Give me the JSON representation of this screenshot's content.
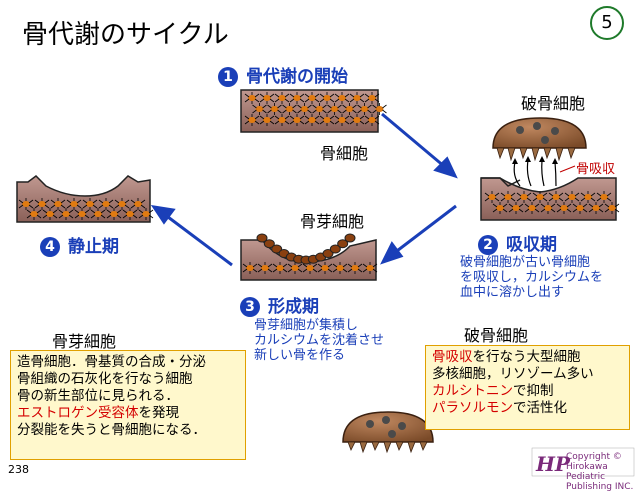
{
  "title": "骨代謝のサイクル",
  "slide_number": "5",
  "page_number": "238",
  "steps": [
    {
      "num": "1",
      "label": "骨代謝の開始"
    },
    {
      "num": "2",
      "label": "吸収期"
    },
    {
      "num": "3",
      "label": "形成期"
    },
    {
      "num": "4",
      "label": "静止期"
    }
  ],
  "labels": {
    "bone_cell": "骨細胞",
    "osteoclast": "破骨細胞",
    "osteoblast": "骨芽細胞",
    "resorption_note": "骨吸収"
  },
  "descriptions": {
    "resorption": [
      "破骨細胞が古い骨細胞",
      "を吸収し，カルシウムを",
      "血中に溶かし出す"
    ],
    "formation": [
      "骨芽細胞が集積し",
      "カルシウムを沈着させ",
      "新しい骨を作る"
    ]
  },
  "osteoblast_box": {
    "heading": "骨芽細胞",
    "lines": [
      {
        "text": "造骨細胞．骨基質の合成・分泌",
        "highlight": false
      },
      {
        "text": "骨組織の石灰化を行なう細胞",
        "highlight": false
      },
      {
        "text": "骨の新生部位に見られる．",
        "highlight": false
      },
      {
        "text": "エストロゲン受容体",
        "highlight": true,
        "suffix": "を発現"
      },
      {
        "text": "分裂能を失うと骨細胞になる．",
        "highlight": false
      }
    ]
  },
  "osteoclast_box": {
    "heading": "破骨細胞",
    "lines": [
      {
        "text": "骨吸収",
        "highlight": true,
        "suffix": "を行なう大型細胞"
      },
      {
        "text": "多核細胞，リソゾーム多い",
        "highlight": false
      },
      {
        "text": "カルシトニン",
        "highlight": true,
        "suffix": "で抑制"
      },
      {
        "text": "パラソルモン",
        "highlight": true,
        "suffix": "で活性化"
      }
    ]
  },
  "logo": {
    "lines": [
      "Copyright © Hirokawa Pediatric",
      "Publishing INC."
    ],
    "brand_text": "HP"
  },
  "colors": {
    "accent_blue": "#1a3fb8",
    "bone_fill": "#a07870",
    "cell_orange": "#e07a10",
    "box_fill": "#fff8cc",
    "box_border": "#e0a000",
    "highlight_red": "#d40000"
  }
}
